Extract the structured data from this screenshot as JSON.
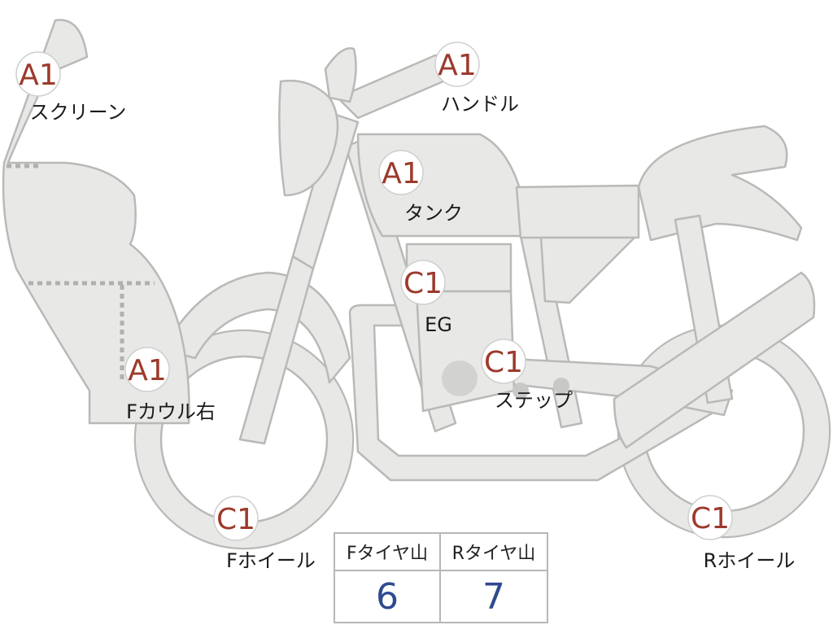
{
  "parts": [
    {
      "id": "screen",
      "grade": "A1",
      "label": "スクリーン"
    },
    {
      "id": "handle",
      "grade": "A1",
      "label": "ハンドル"
    },
    {
      "id": "tank",
      "grade": "A1",
      "label": "タンク"
    },
    {
      "id": "engine",
      "grade": "C1",
      "label": "EG"
    },
    {
      "id": "step",
      "grade": "C1",
      "label": "ステップ"
    },
    {
      "id": "fcowl-right",
      "grade": "A1",
      "label": "Fカウル右"
    },
    {
      "id": "fwheel",
      "grade": "C1",
      "label": "Fホイール"
    },
    {
      "id": "rwheel",
      "grade": "C1",
      "label": "Rホイール"
    }
  ],
  "tread": {
    "front_header": "Fタイヤ山",
    "rear_header": "Rタイヤ山",
    "front_value": "6",
    "rear_value": "7"
  },
  "colors": {
    "grade": "#9c3a2c",
    "tread_value": "#2f4a8f",
    "silhouette": "#e8e8e6"
  }
}
